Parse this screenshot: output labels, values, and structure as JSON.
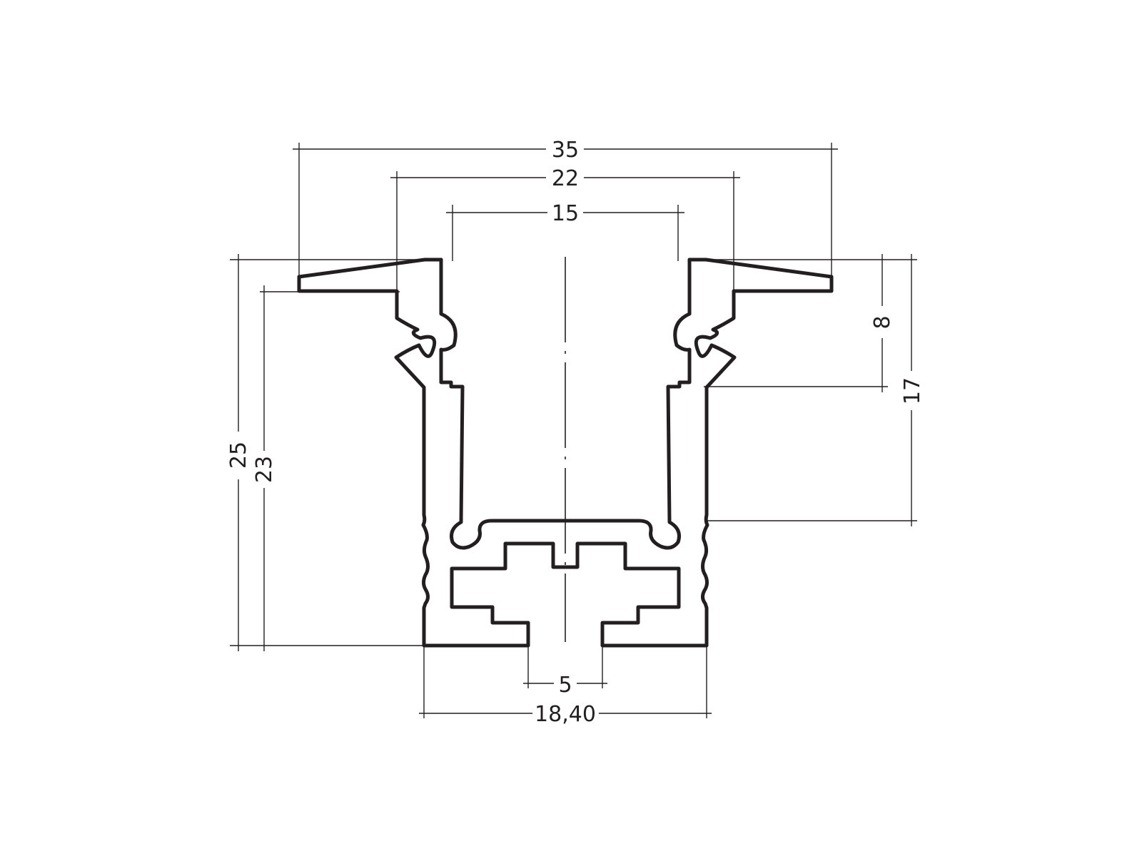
{
  "dimensions": {
    "width_total": "35",
    "width_flange": "22",
    "width_opening": "15",
    "width_base": "18,40",
    "width_slot": "5",
    "height_total": "25",
    "height_body": "23",
    "height_upper": "8",
    "height_inner": "17"
  },
  "colors": {
    "line": "#231f20",
    "background": "#ffffff"
  }
}
